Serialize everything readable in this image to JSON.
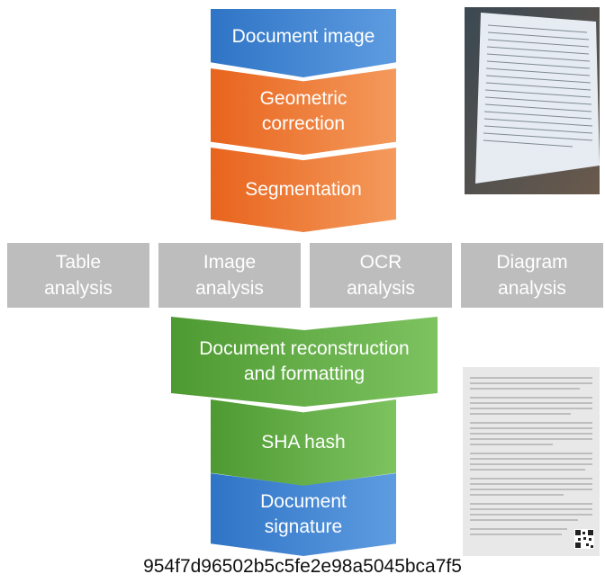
{
  "pipeline": {
    "top_steps": [
      {
        "line1": "Document image",
        "line2": ""
      },
      {
        "line1": "Geometric",
        "line2": "correction"
      },
      {
        "line1": "Segmentation",
        "line2": ""
      }
    ],
    "analyses": [
      {
        "line1": "Table",
        "line2": "analysis"
      },
      {
        "line1": "Image",
        "line2": "analysis"
      },
      {
        "line1": "OCR",
        "line2": "analysis"
      },
      {
        "line1": "Diagram",
        "line2": "analysis"
      }
    ],
    "bottom_steps": [
      {
        "line1": "Document reconstruction",
        "line2": "and formatting"
      },
      {
        "line1": "SHA hash",
        "line2": ""
      },
      {
        "line1": "Document",
        "line2": "signature"
      }
    ]
  },
  "hash_value": "954f7d96502b5c5fe2e98a5045bca7f5",
  "colors": {
    "blue": "#3f86d4",
    "orange": "#ec7634",
    "green": "#62ad45",
    "grey": "#bdbdbd"
  }
}
